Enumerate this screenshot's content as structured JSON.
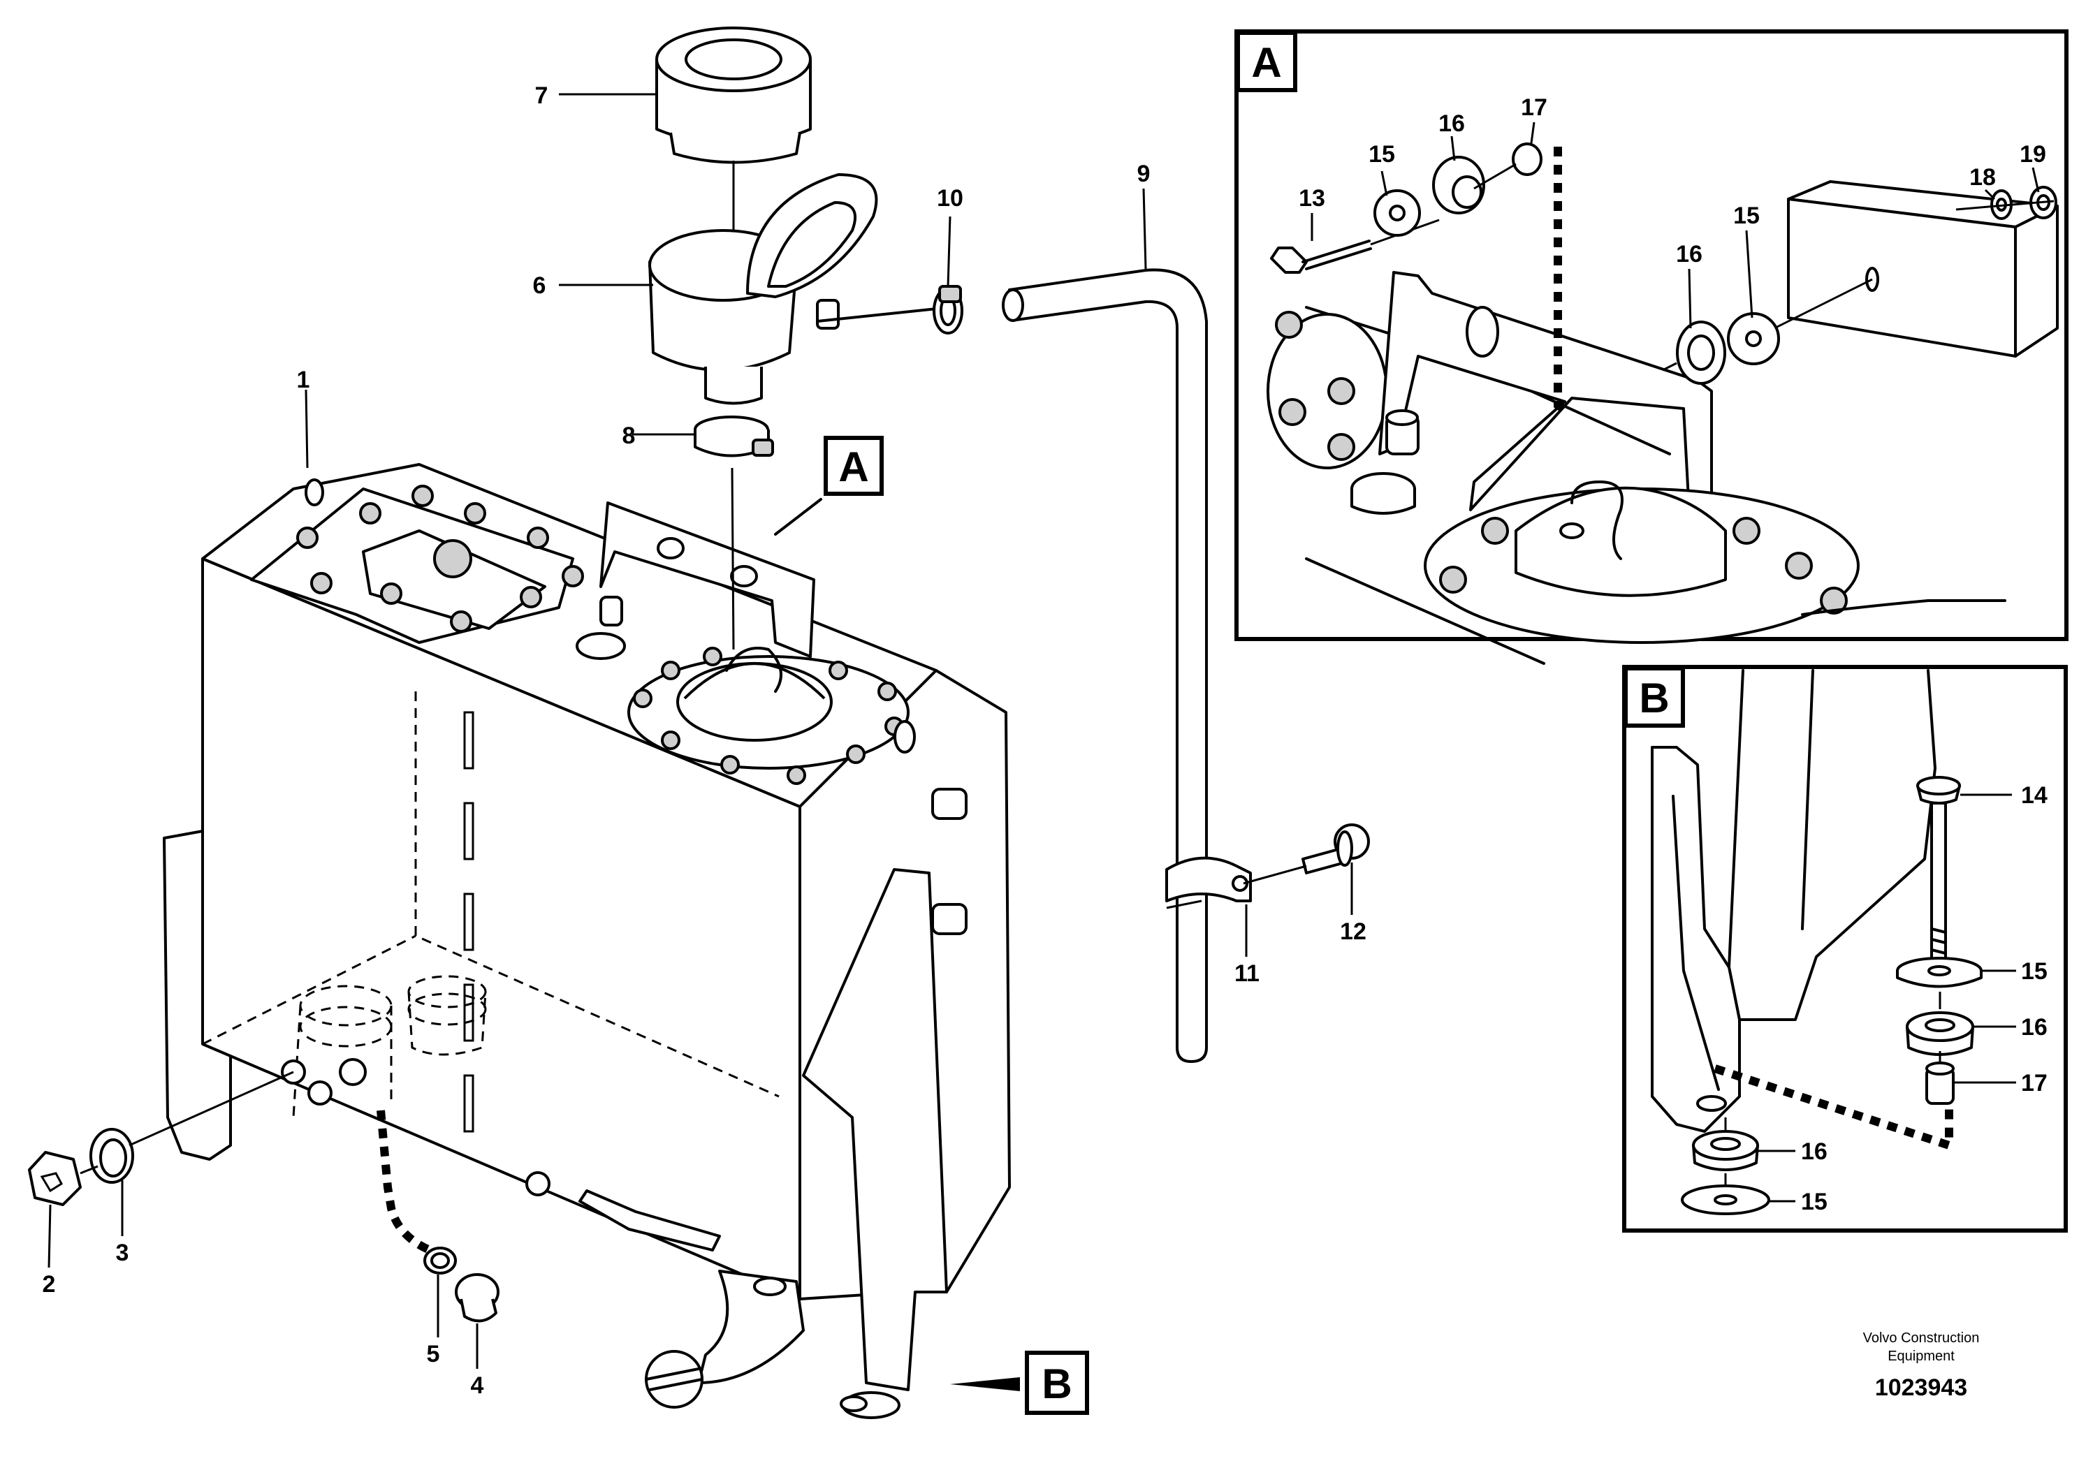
{
  "callouts": [
    "1",
    "2",
    "3",
    "4",
    "5",
    "6",
    "7",
    "8",
    "9",
    "10",
    "11",
    "12",
    "13",
    "14",
    "15",
    "16",
    "17",
    "18",
    "19"
  ],
  "views": {
    "a": "A",
    "b": "B"
  },
  "footer": {
    "maker_line1": "Volvo Construction",
    "maker_line2": "Equipment",
    "doc_number": "1023943"
  }
}
